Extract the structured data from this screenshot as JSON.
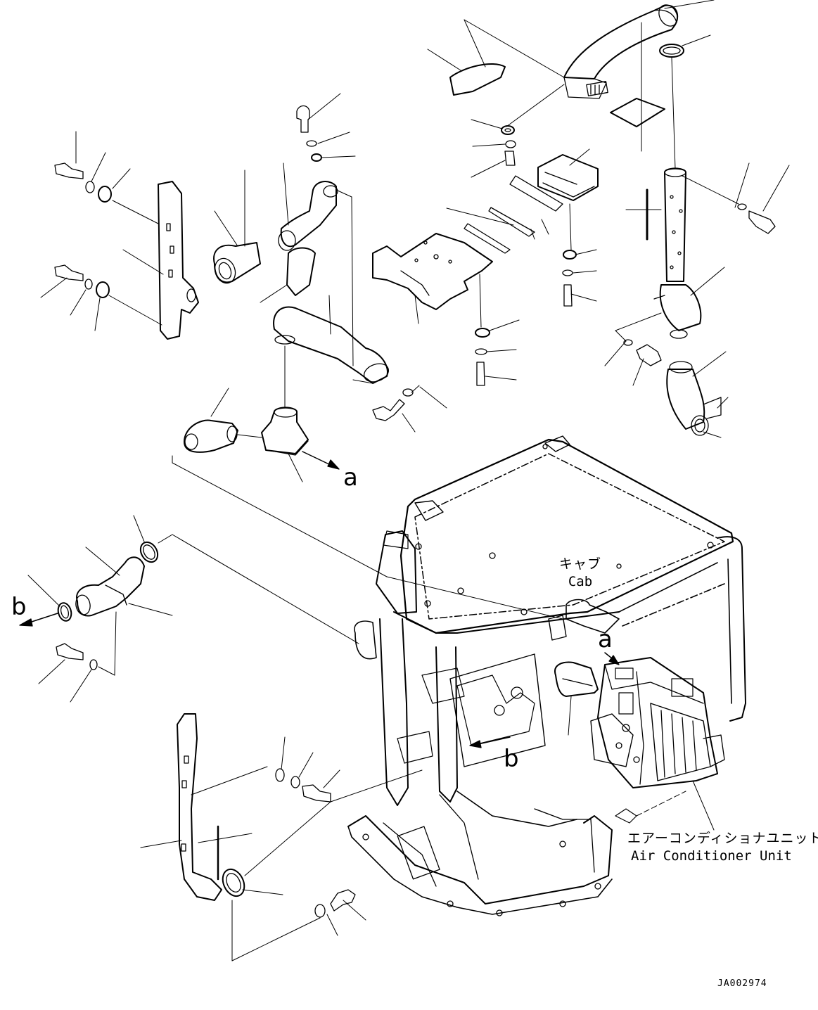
{
  "labels": {
    "ref_a_top": "a",
    "ref_a_cab": "a",
    "ref_b_left": "b",
    "ref_b_cab": "b",
    "cab_jp": "キャブ",
    "cab_en": "Cab",
    "ac_jp": "エアーコンディショナユニット",
    "ac_en": "Air Conditioner Unit",
    "drawing_code": "JA002974"
  },
  "colors": {
    "line": "#000000",
    "background": "#ffffff"
  }
}
